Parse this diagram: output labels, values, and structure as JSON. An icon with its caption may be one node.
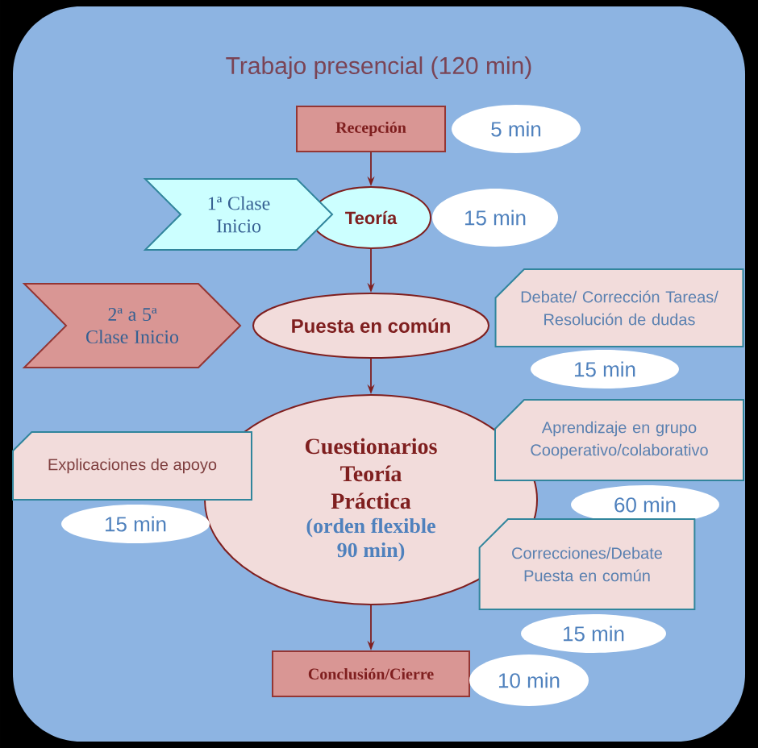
{
  "diagram": {
    "title": "Trabajo presencial (120 min)",
    "nodes": [
      {
        "text": [
          "Recepción"
        ]
      },
      {
        "text": [
          "5 min"
        ]
      },
      {
        "text": [
          "1ª Clase Inicio"
        ]
      },
      {
        "text": [
          "Teoría"
        ]
      },
      {
        "text": [
          "15 min"
        ]
      },
      {
        "text": [
          "2ª a 5ª Clase Inicio"
        ]
      },
      {
        "text": [
          "Puesta en común"
        ]
      },
      {
        "text": [
          "Debate/ Corrección Tareas/ Resolución de dudas"
        ]
      },
      {
        "text": [
          "15 min"
        ]
      },
      {
        "text": [
          "Cuestionarios Teoría Práctica",
          "(orden flexible 90 min)"
        ]
      },
      {
        "text": [
          "Explicaciones de apoyo"
        ]
      },
      {
        "text": [
          "15 min"
        ]
      },
      {
        "text": [
          "Aprendizaje en grupo Cooperativo/colaborativo"
        ]
      },
      {
        "text": [
          "60 min"
        ]
      },
      {
        "text": [
          "Correcciones/Debate Puesta en común"
        ]
      },
      {
        "text": [
          "15 min"
        ]
      },
      {
        "text": [
          "Conclusión/Cierre"
        ]
      },
      {
        "text": [
          "10 min"
        ]
      }
    ],
    "edges": [
      {
        "from": 0,
        "to": 3,
        "arrow": "to"
      },
      {
        "from": 3,
        "to": 6,
        "arrow": "to"
      },
      {
        "from": 6,
        "to": 9,
        "arrow": "to"
      },
      {
        "from": 9,
        "to": 16,
        "arrow": "to"
      }
    ]
  }
}
